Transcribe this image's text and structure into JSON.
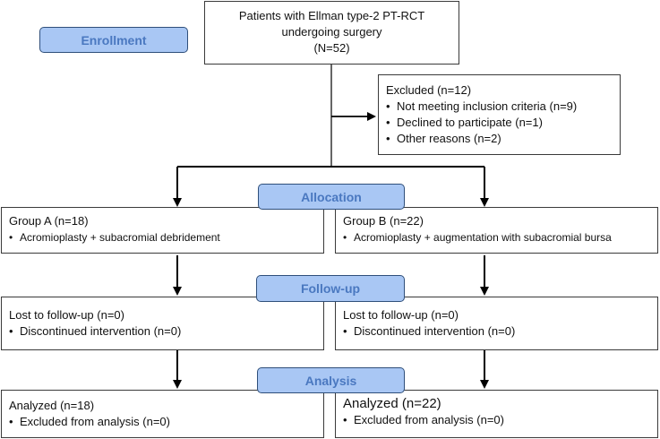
{
  "stages": {
    "enrollment": "Enrollment",
    "allocation": "Allocation",
    "followup": "Follow-up",
    "analysis": "Analysis"
  },
  "enrolled": {
    "line1": "Patients with Ellman type-2 PT-RCT",
    "line2": "undergoing surgery",
    "line3": "(N=52)"
  },
  "excluded": {
    "title": "Excluded (n=12)",
    "items": [
      "Not meeting inclusion criteria (n=9)",
      "Declined to participate (n=1)",
      "Other reasons (n=2)"
    ]
  },
  "group_a": {
    "allocation_title": "Group A (n=18)",
    "allocation_item": "Acromioplasty + subacromial debridement",
    "followup_title": "Lost to follow-up (n=0)",
    "followup_item": "Discontinued intervention (n=0)",
    "analysis_title": "Analyzed (n=18)",
    "analysis_item": "Excluded from analysis (n=0)"
  },
  "group_b": {
    "allocation_title": "Group B (n=22)",
    "allocation_item": "Acromioplasty + augmentation with subacromial bursa",
    "followup_title": "Lost to follow-up (n=0)",
    "followup_item": "Discontinued intervention (n=0)",
    "analysis_title": "Analyzed (n=22)",
    "analysis_item": "Excluded from analysis (n=0)"
  },
  "bullet": "•",
  "colors": {
    "stage_fill": "#a9c7f4",
    "stage_text": "#4a78c0",
    "stage_border": "#2f4f7a",
    "box_border": "#3a3a3a",
    "arrow": "#000000"
  }
}
